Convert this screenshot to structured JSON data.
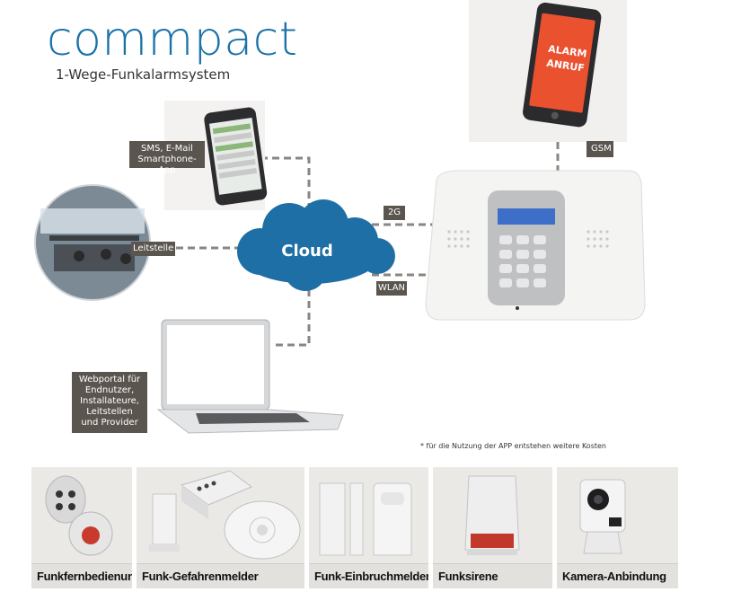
{
  "brand": {
    "title": "commpact",
    "subtitle": "1-Wege-Funkalarmsystem"
  },
  "phone_top": {
    "screen_line1": "ALARM",
    "screen_line2": "ANRUF"
  },
  "labels": {
    "gsm": "GSM",
    "sms_line1": "SMS, E-Mail",
    "sms_line2": "Smartphone-App",
    "leitstelle": "Leitstelle",
    "cloud": "Cloud",
    "g2": "2G",
    "wlan": "WLAN",
    "webportal": [
      "Webportal für",
      "Endnutzer,",
      "Installateure,",
      "Leitstellen",
      "und Provider"
    ]
  },
  "footnote": "* für die Nutzung der APP entstehen weitere Kosten",
  "products": [
    {
      "label": "Funkfernbedienung"
    },
    {
      "label": "Funk-Gefahrenmelder"
    },
    {
      "label": "Funk-Einbruchmelder"
    },
    {
      "label": "Funksirene"
    },
    {
      "label": "Kamera-Anbindung"
    }
  ],
  "colors": {
    "brand_blue": "#1a72a8",
    "cloud_blue": "#1e6fa5",
    "label_bg": "#5b5550",
    "alarm_red": "#e9512f"
  }
}
